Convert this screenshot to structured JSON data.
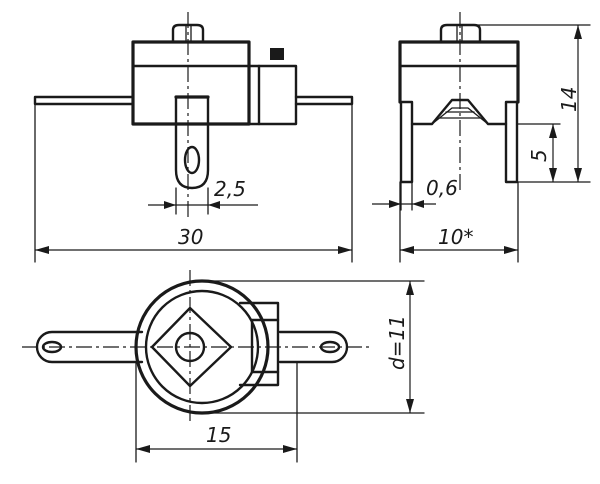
{
  "dimensions": {
    "pin_width": "2,5",
    "total_length": "30",
    "pin_thickness": "0,6",
    "side_width": "10*",
    "height": "14",
    "pin_height": "5",
    "diameter": "d=11",
    "hole_spacing": "15"
  }
}
